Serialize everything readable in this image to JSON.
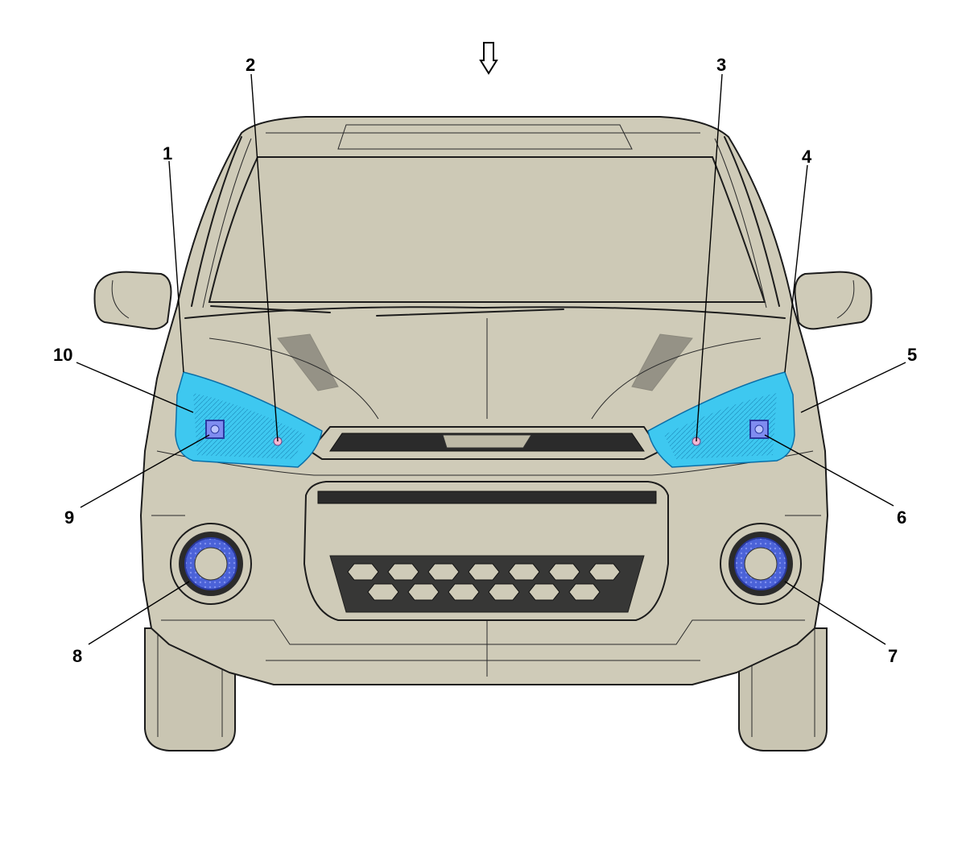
{
  "view_arrow": "front-view-arrow",
  "colors": {
    "body": "#cfcbb8",
    "headlamp": "#3ec8f0",
    "foglamp_ring": "#4b62d8",
    "bulb_marker": "#f3b6d0",
    "line": "#1c1c1c"
  },
  "callouts": [
    {
      "id": "c1",
      "label": "1"
    },
    {
      "id": "c2",
      "label": "2"
    },
    {
      "id": "c3",
      "label": "3"
    },
    {
      "id": "c4",
      "label": "4"
    },
    {
      "id": "c5",
      "label": "5"
    },
    {
      "id": "c6",
      "label": "6"
    },
    {
      "id": "c7",
      "label": "7"
    },
    {
      "id": "c8",
      "label": "8"
    },
    {
      "id": "c9",
      "label": "9"
    },
    {
      "id": "c10",
      "label": "10"
    }
  ]
}
